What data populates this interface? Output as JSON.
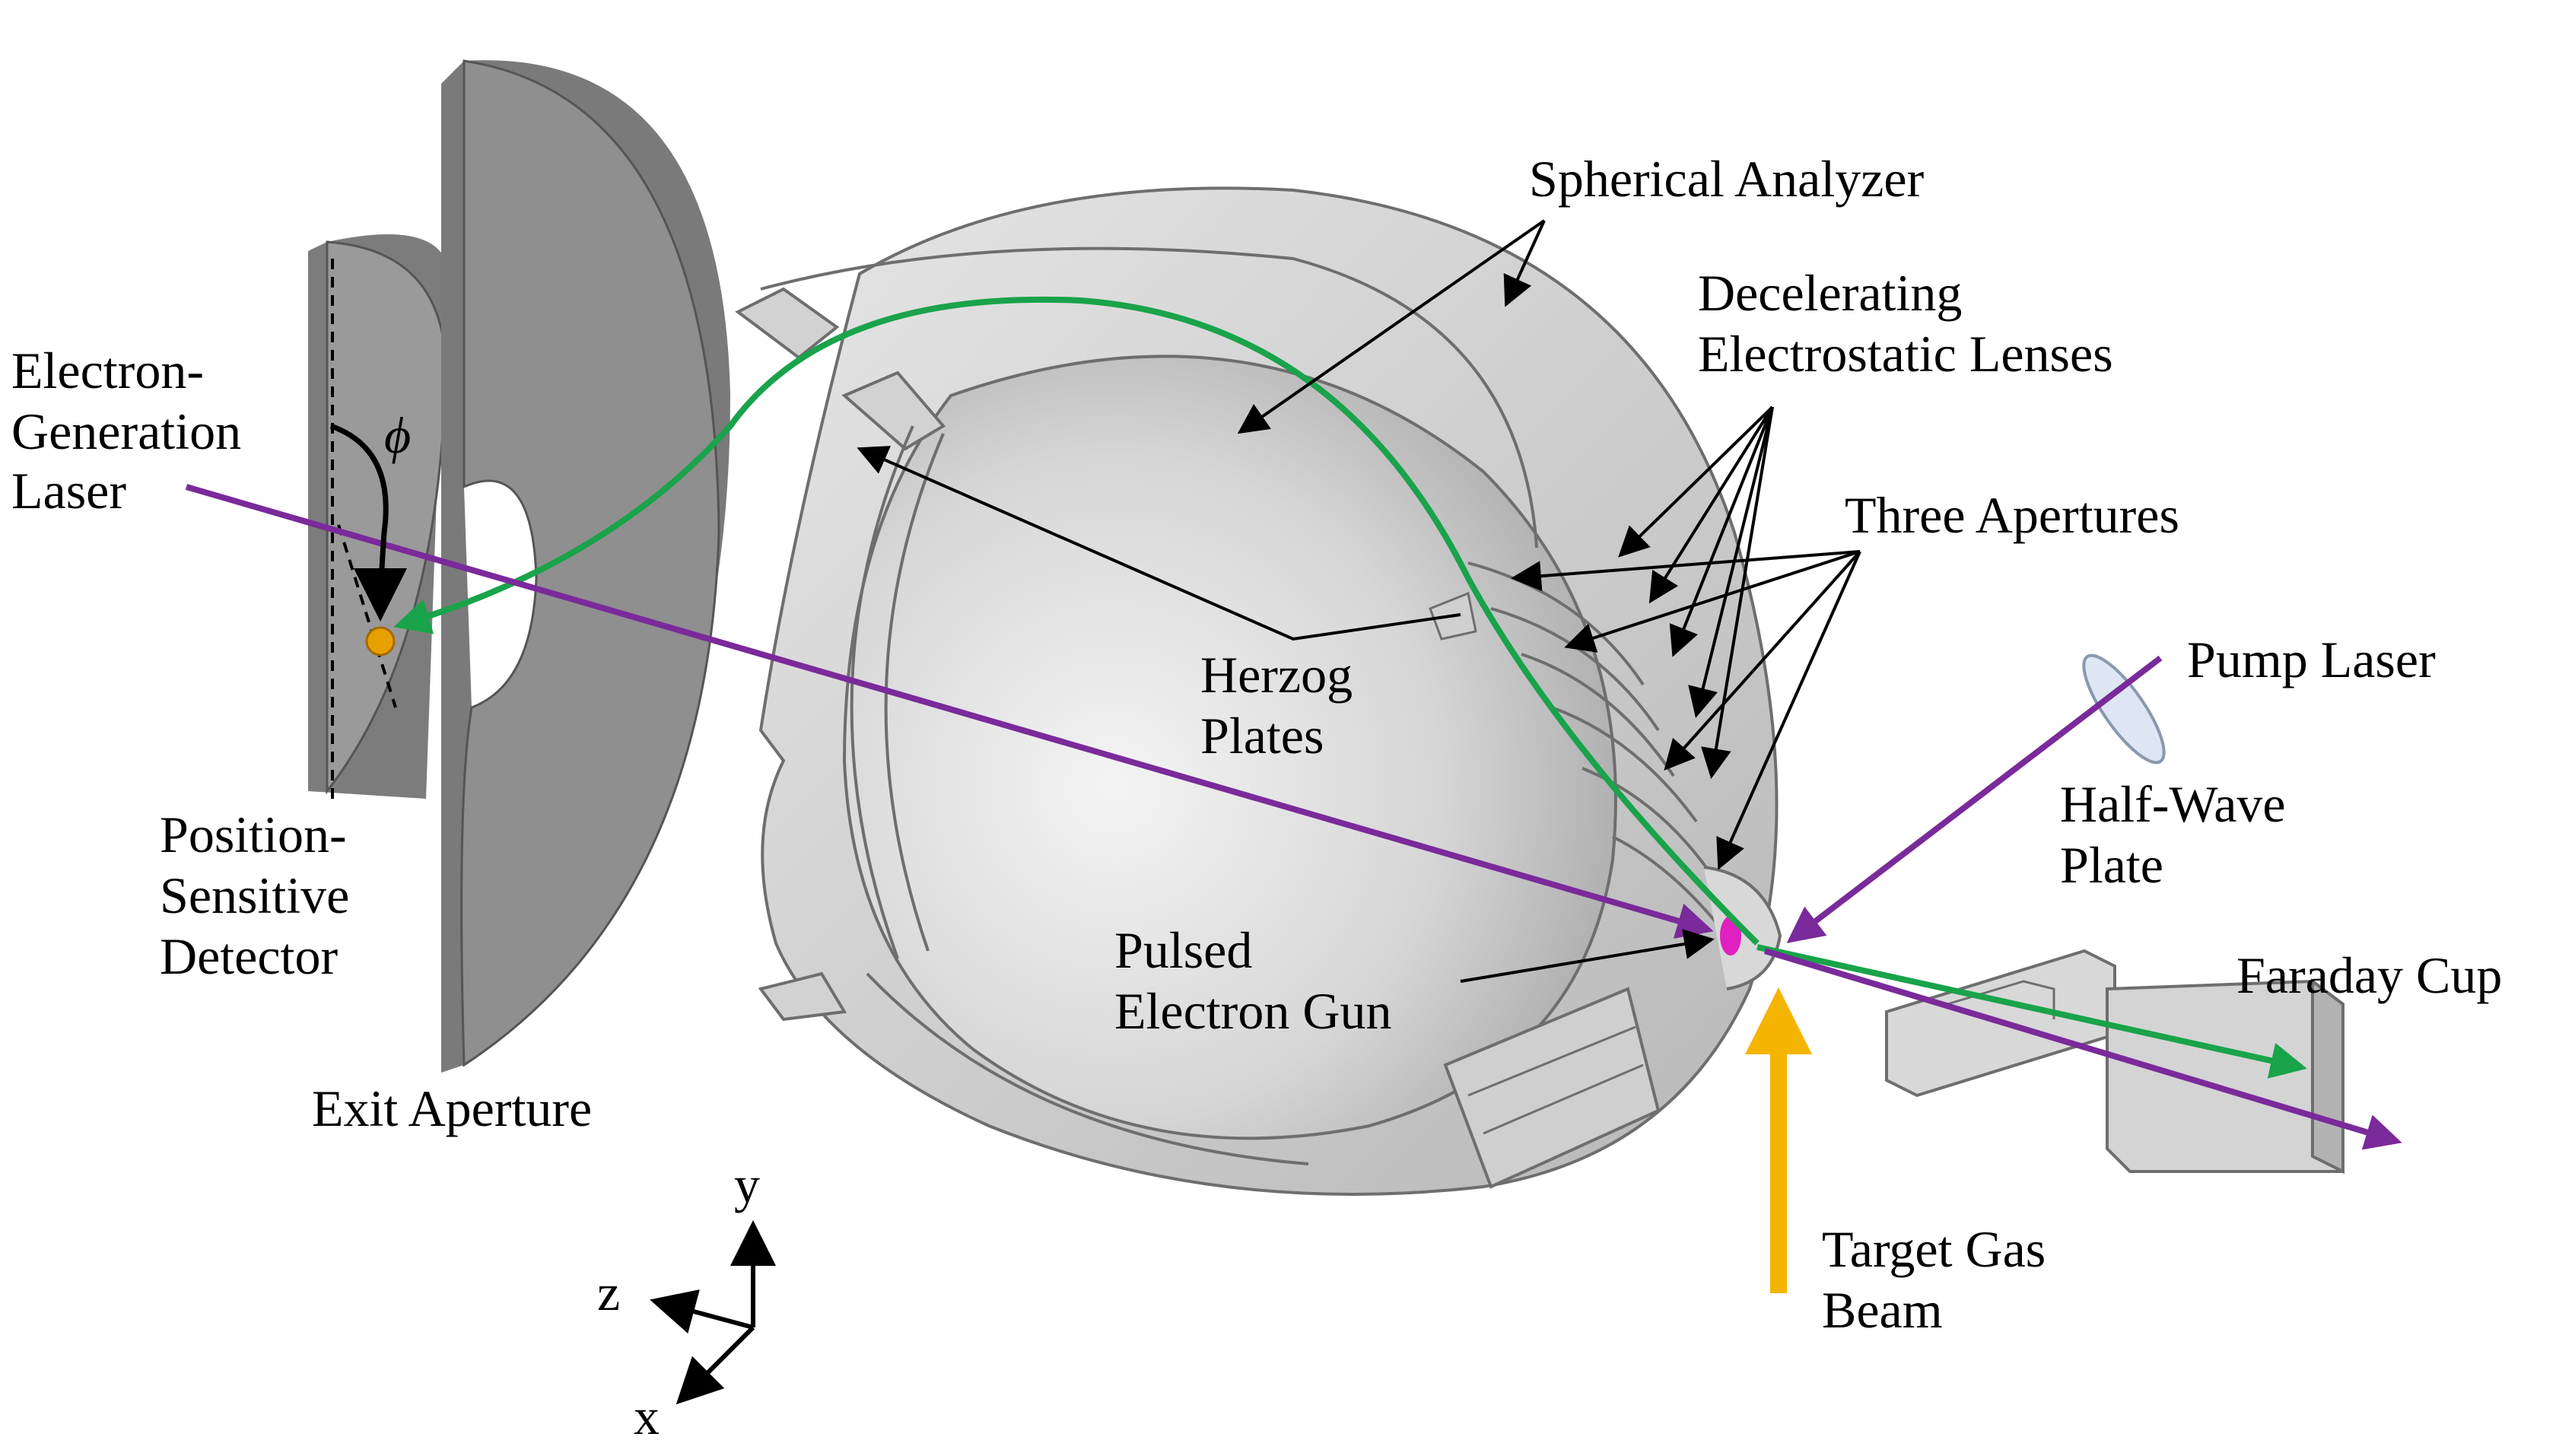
{
  "labels": {
    "spherical_analyzer": "Spherical Analyzer",
    "decel_line1": "Decelerating",
    "decel_line2": "Electrostatic Lenses",
    "three_apertures": "Three Apertures",
    "egl_line1": "Electron-",
    "egl_line2": "Generation",
    "egl_line3": "Laser",
    "phi": "ϕ",
    "herzog_line1": "Herzog",
    "herzog_line2": "Plates",
    "pump_laser": "Pump Laser",
    "hwp_line1": "Half-Wave",
    "hwp_line2": "Plate",
    "psd_line1": "Position-",
    "psd_line2": "Sensitive",
    "psd_line3": "Detector",
    "peg_line1": "Pulsed",
    "peg_line2": "Electron Gun",
    "faraday_cup": "Faraday Cup",
    "exit_aperture": "Exit Aperture",
    "tgb_line1": "Target Gas",
    "tgb_line2": "Beam",
    "axis_y": "y",
    "axis_z": "z",
    "axis_x": "x"
  },
  "colors": {
    "electron_beam": "#19a34a",
    "laser": "#7a2a9a",
    "gas_beam": "#f5b400",
    "metal": "#c8c8c8",
    "metal_dark": "#8c8c8c",
    "detector_spot": "#e8a000",
    "gun_spot": "#e020c0"
  }
}
